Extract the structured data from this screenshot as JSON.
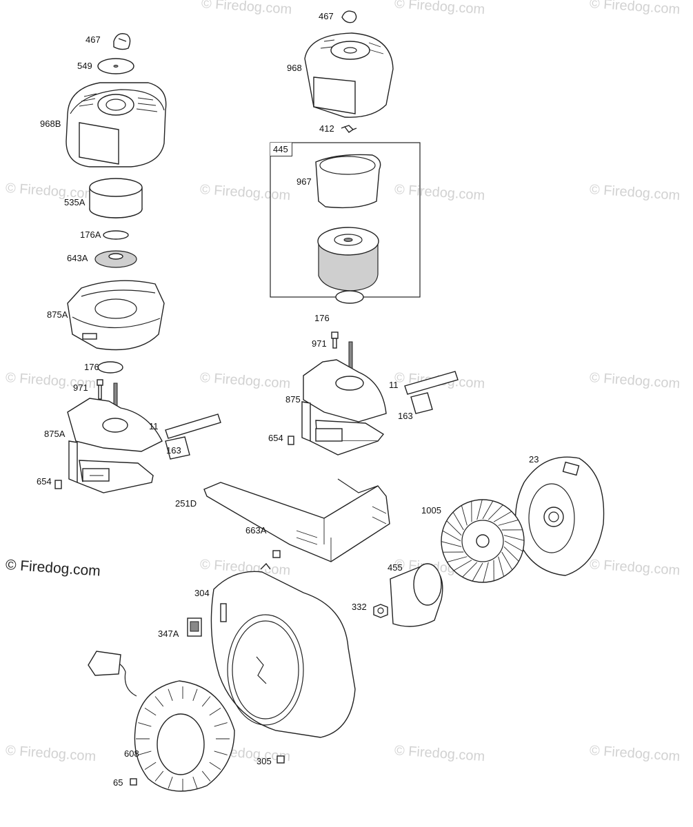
{
  "watermark": {
    "text": "© Firedog.com",
    "copyright": "© Firedog.com"
  },
  "diagram": {
    "part_labels": {
      "p467_left": "467",
      "p549": "549",
      "p968B": "968B",
      "p535A": "535A",
      "p176A": "176A",
      "p643A": "643A",
      "p875A_upper": "875A",
      "p176_left": "176",
      "p971_left": "971",
      "p875A_lower": "875A",
      "p11_left": "11",
      "p163_left": "163",
      "p654_left": "654",
      "p467_right": "467",
      "p968": "968",
      "p412": "412",
      "p445": "445",
      "p967": "967",
      "p176_right": "176",
      "p971_right": "971",
      "p875": "875",
      "p11_right": "11",
      "p163_right": "163",
      "p654_right": "654",
      "p23": "23",
      "p1005": "1005",
      "p251D": "251D",
      "p663A": "663A",
      "p455": "455",
      "p332": "332",
      "p304": "304",
      "p347A": "347A",
      "p608": "608",
      "p305": "305",
      "p65": "65"
    }
  }
}
